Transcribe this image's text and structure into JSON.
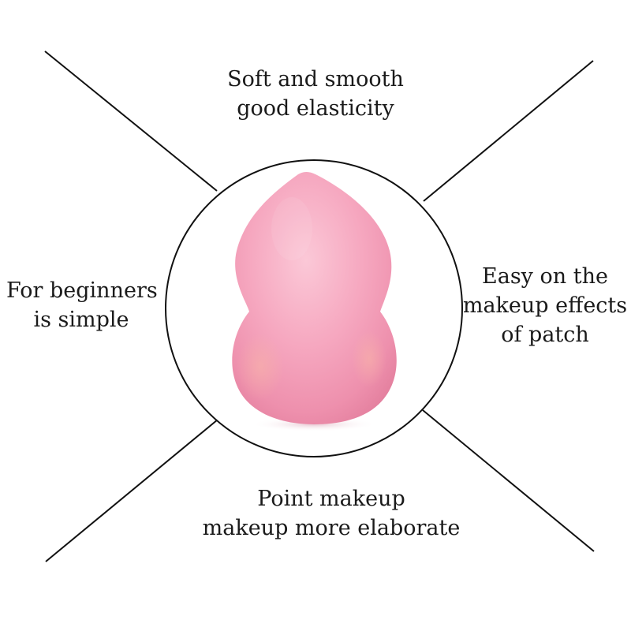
{
  "features": {
    "top": {
      "line1": "Soft and smooth",
      "line2": "good elasticity"
    },
    "left": {
      "line1": "For beginners",
      "line2": "is simple"
    },
    "right": {
      "line1": "Easy on the",
      "line2": "makeup effects",
      "line3": "of patch"
    },
    "bottom": {
      "line1": "Point makeup",
      "line2": "makeup more elaborate"
    }
  },
  "product": {
    "icon": "makeup-sponge-icon",
    "color": "#f6a8c0"
  },
  "colors": {
    "line": "#111111",
    "text": "#1a1a1a",
    "background": "#ffffff"
  }
}
